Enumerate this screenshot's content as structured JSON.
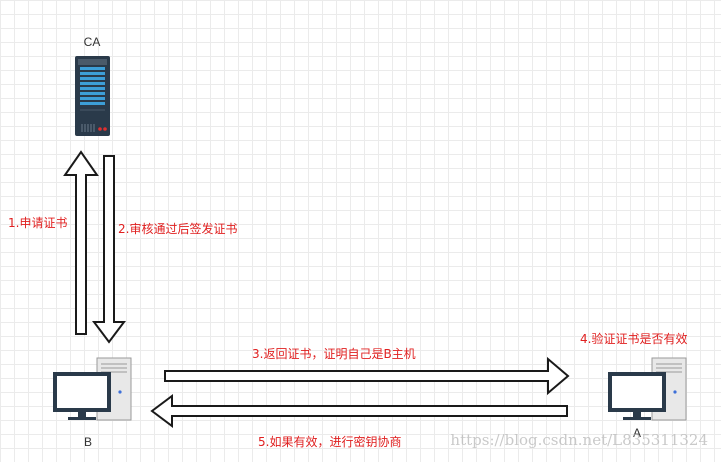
{
  "nodes": {
    "ca": {
      "label": "CA"
    },
    "b": {
      "label": "B"
    },
    "a": {
      "label": "A"
    }
  },
  "steps": {
    "step1": "1.申请证书",
    "step2": "2.审核通过后签发证书",
    "step3": "3.返回证书，证明自己是B主机",
    "step4": "4.验证证书是否有效",
    "step5": "5.如果有效，进行密钥协商"
  },
  "watermark": "https://blog.csdn.net/L835311324",
  "colors": {
    "step_text": "#e02020",
    "server_body": "#2a3a4a",
    "server_panel": "#3d9fd8",
    "monitor_screen": "#ffffff",
    "tower_body": "#e8e8e8",
    "grid": "#ebebeb"
  }
}
